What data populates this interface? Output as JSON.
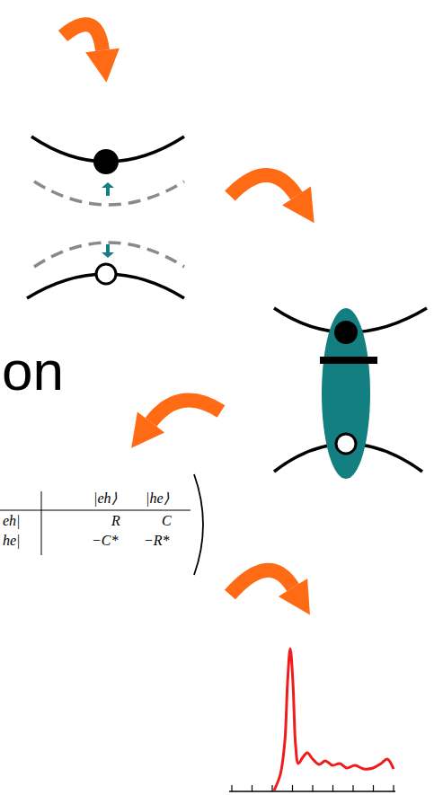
{
  "diagram": {
    "labels": [
      "on",
      "|eh⟩",
      "|he⟩",
      "eh|",
      "R",
      "C",
      "he|",
      "−C*",
      "−R*"
    ]
  }
}
